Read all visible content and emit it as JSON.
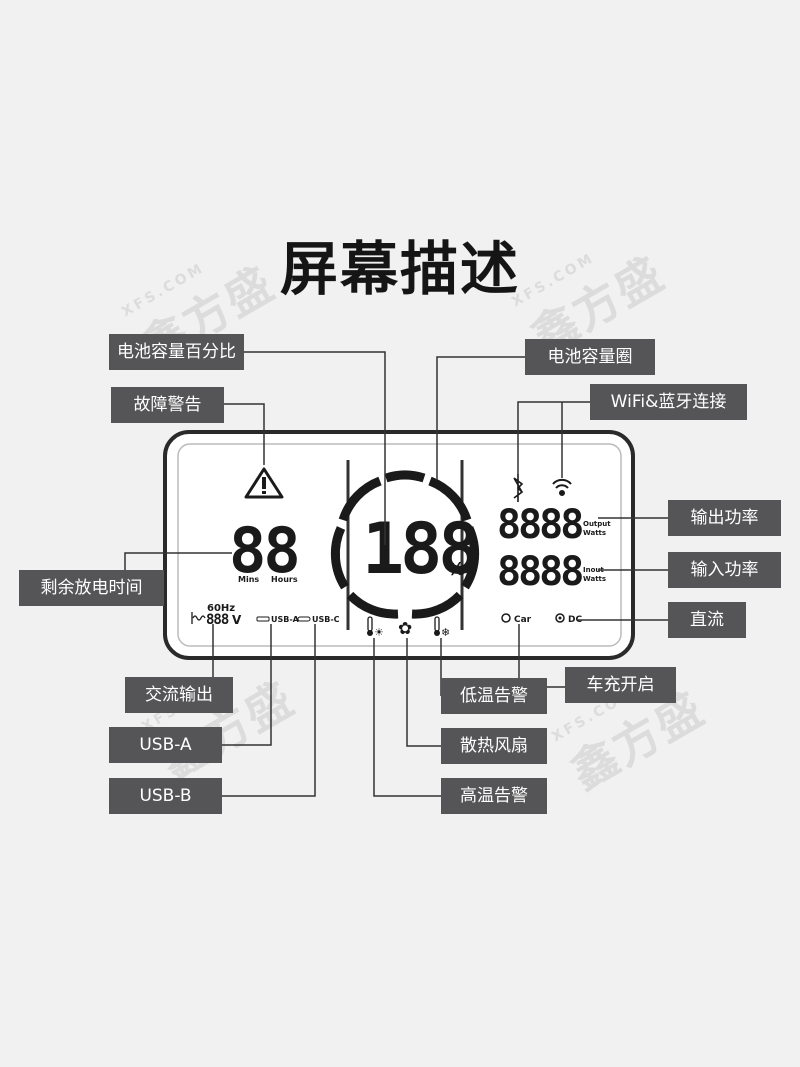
{
  "title": "屏幕描述",
  "labels": {
    "battery_percent": "电池容量百分比",
    "fault_warning": "故障警告",
    "remaining_time": "剩余放电时间",
    "ac_output": "交流输出",
    "usb_a": "USB-A",
    "usb_b": "USB-B",
    "battery_ring": "电池容量圈",
    "wifi_bt": "WiFi&蓝牙连接",
    "output_power": "输出功率",
    "input_power": "输入功率",
    "dc": "直流",
    "car_charge": "车充开启",
    "low_temp": "低温告警",
    "cooling_fan": "散热风扇",
    "high_temp": "高温告警"
  },
  "display": {
    "time_digits": "88",
    "mins": "Mins",
    "hours": "Hours",
    "percent_digits": "188",
    "percent_sign": "%",
    "output_digits": "8888",
    "output_unit_1": "Output",
    "output_unit_2": "Watts",
    "input_digits": "8888",
    "input_unit_1": "Inout",
    "input_unit_2": "Watts",
    "freq": "60Hz",
    "voltage_digits": "888",
    "voltage_unit": "V",
    "usb_a_tag": "USB-A",
    "usb_c_tag": "USB-C",
    "car_tag": "Car",
    "dc_tag": "DC"
  },
  "watermark": {
    "brand": "鑫方盛",
    "site": "XFS.COM"
  },
  "colors": {
    "label_bg": "#555557",
    "line": "#333333",
    "lcd_ink": "#1a1a1a"
  }
}
